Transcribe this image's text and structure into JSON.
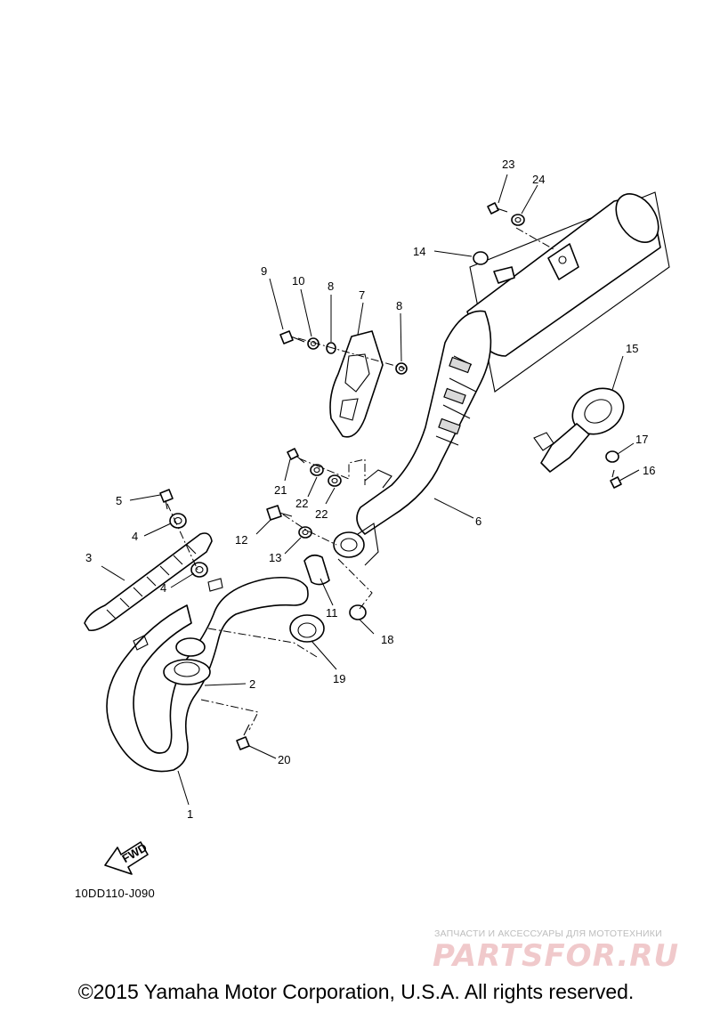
{
  "diagram": {
    "code": "10DD110-J090",
    "fwd_label": "FWD",
    "callouts": {
      "p1": "1",
      "p2": "2",
      "p3": "3",
      "p4a": "4",
      "p4b": "4",
      "p5": "5",
      "p6": "6",
      "p7": "7",
      "p8a": "8",
      "p8b": "8",
      "p9": "9",
      "p10": "10",
      "p11": "11",
      "p12": "12",
      "p13": "13",
      "p14": "14",
      "p15": "15",
      "p16": "16",
      "p17": "17",
      "p18": "18",
      "p19": "19",
      "p20": "20",
      "p21": "21",
      "p22a": "22",
      "p22b": "22",
      "p23": "23",
      "p24": "24"
    }
  },
  "watermark": {
    "tagline": "ЗАПЧАСТИ И АКСЕССУАРЫ ДЛЯ МОТОТЕХНИКИ",
    "logo": "PARTSFOR.RU"
  },
  "footer": {
    "copyright": "©2015 Yamaha Motor Corporation, U.S.A. All rights reserved."
  }
}
